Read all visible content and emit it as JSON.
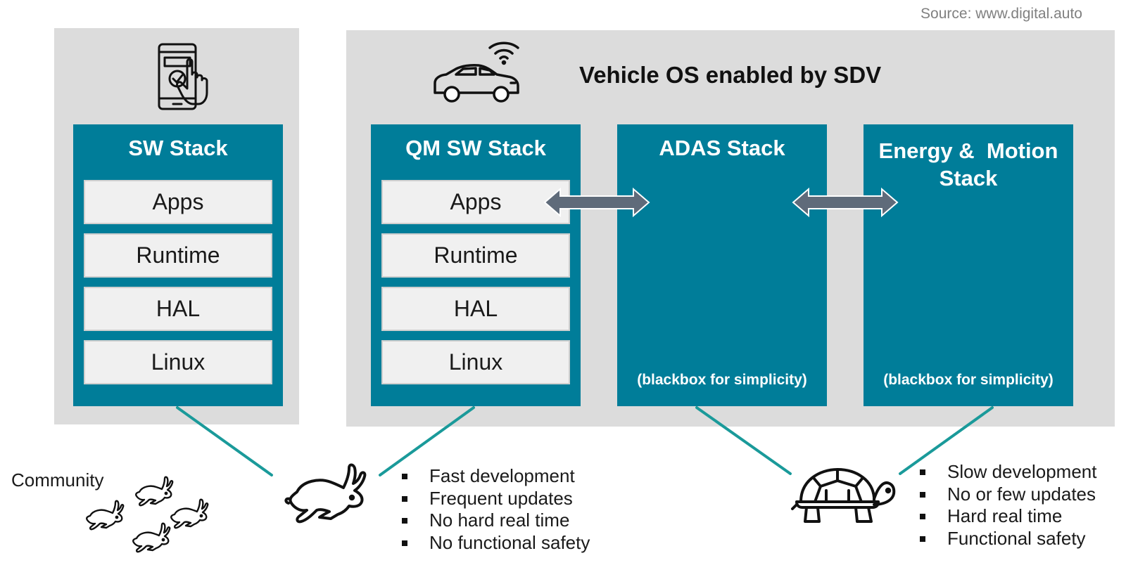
{
  "source": "Source: www.digital.auto",
  "title": "Vehicle OS enabled by SDV",
  "community_label": "Community",
  "left_stack": {
    "title": "SW Stack",
    "layers": [
      "Apps",
      "Runtime",
      "HAL",
      "Linux"
    ]
  },
  "qm_stack": {
    "title": "QM SW Stack",
    "layers": [
      "Apps",
      "Runtime",
      "HAL",
      "Linux"
    ]
  },
  "adas_stack": {
    "title": "ADAS Stack",
    "note": "(blackbox for simplicity)"
  },
  "energy_stack": {
    "title_line1": "Energy &  Motion",
    "title_line2": "Stack",
    "note": "(blackbox for simplicity)"
  },
  "fast_list": [
    "Fast development",
    "Frequent updates",
    "No hard real time",
    "No functional safety"
  ],
  "slow_list": [
    "Slow development",
    "No or few updates",
    "Hard real time",
    "Functional safety"
  ],
  "icons": [
    "smartphone-touch-icon",
    "connected-car-icon",
    "rabbit-icon",
    "turtle-icon",
    "rabbits-group-icon",
    "double-arrow-icon"
  ],
  "colors": {
    "panel": "#dcdcdc",
    "stack": "#007d99",
    "layer": "#f0f0f0",
    "connector": "#1a9a9a",
    "arrow": "#5f6b7a"
  }
}
